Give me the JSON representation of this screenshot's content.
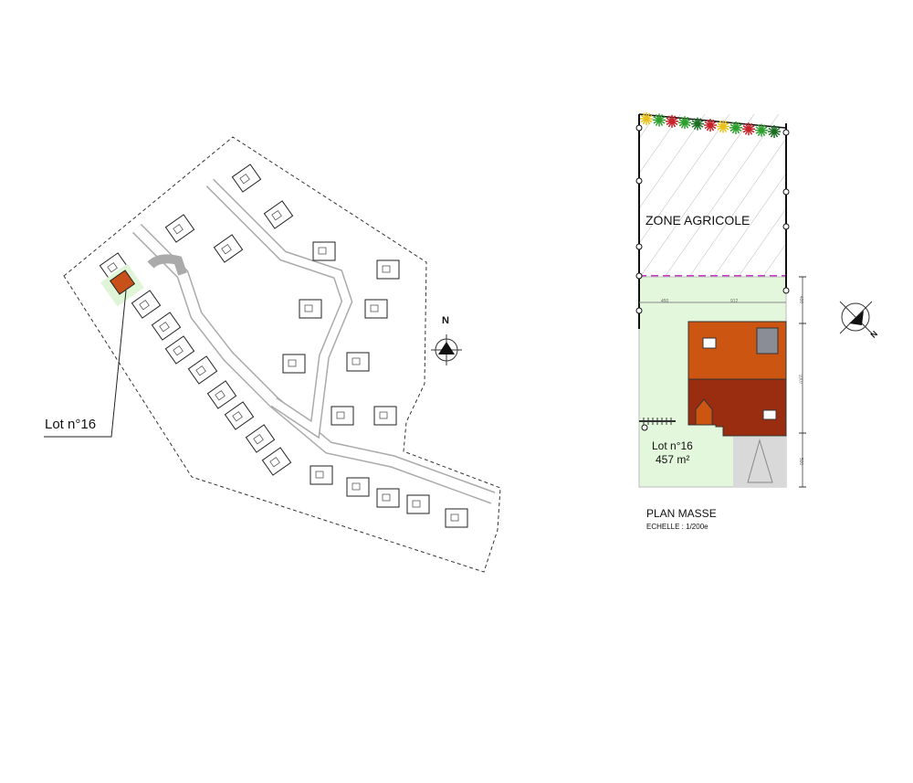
{
  "site_plan": {
    "lot_callout": "Lot n°16",
    "north_label": "N",
    "highlight_color": "#c8501a",
    "lot_green": "#dff5d8"
  },
  "plan_masse": {
    "zone_label": "ZONE AGRICOLE",
    "lot_label": "Lot n°16",
    "lot_area": "457 m²",
    "title": "PLAN MASSE",
    "scale": "ECHELLE : 1/200e",
    "north_label": "N",
    "dimensions": {
      "left_offset": "450",
      "width": "912",
      "top": "400",
      "house_depth": "1007",
      "bottom": "500"
    },
    "colors": {
      "roof_upper": "#cc5512",
      "roof_lower": "#9a2c10",
      "lawn": "#e3f7dc",
      "parking": "#d9d9d9",
      "skylight": "#8a8d96",
      "boundary_magenta": "#c33cc3"
    }
  }
}
